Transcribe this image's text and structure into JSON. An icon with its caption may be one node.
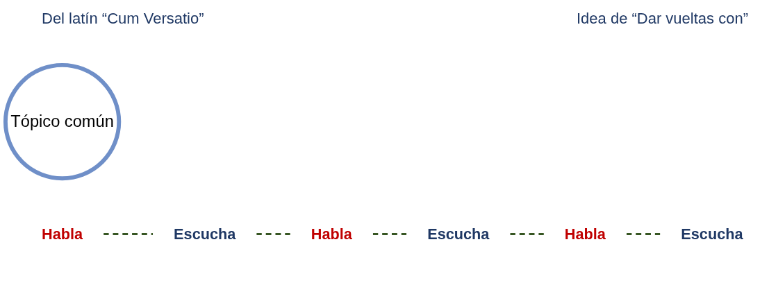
{
  "diagram": {
    "nodes": [
      {
        "text": [
          "Tópico común"
        ]
      },
      {
        "text": [
          "Habla"
        ]
      },
      {
        "text": [
          "Escucha"
        ]
      },
      {
        "text": [
          "Habla"
        ]
      },
      {
        "text": [
          "Escucha"
        ]
      },
      {
        "text": [
          "Habla"
        ]
      },
      {
        "text": [
          "Escucha"
        ]
      }
    ],
    "edges": [
      {
        "from": 1,
        "to": 2,
        "arrow": "none",
        "style": "dashed",
        "color": "#375623"
      },
      {
        "from": 2,
        "to": 3,
        "arrow": "none",
        "style": "dashed",
        "color": "#375623"
      },
      {
        "from": 3,
        "to": 4,
        "arrow": "none",
        "style": "dashed",
        "color": "#375623"
      },
      {
        "from": 4,
        "to": 5,
        "arrow": "none",
        "style": "dashed",
        "color": "#375623"
      },
      {
        "from": 5,
        "to": 6,
        "arrow": "none",
        "style": "dashed",
        "color": "#375623"
      }
    ],
    "labels": [
      "Del latín “Cum Versatio”",
      "Idea de “Dar vueltas con”"
    ]
  }
}
